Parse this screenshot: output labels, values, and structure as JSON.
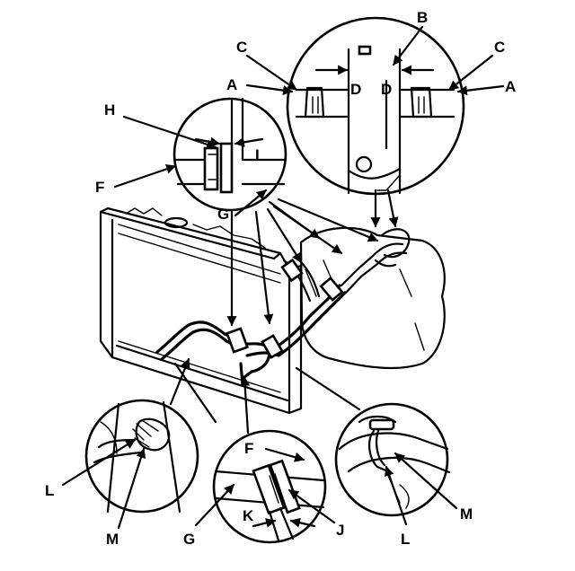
{
  "labels": {
    "A": "A",
    "B": "B",
    "C": "C",
    "D": "D",
    "F": "F",
    "G": "G",
    "H": "H",
    "I": "I",
    "J": "J",
    "K": "K",
    "L": "L",
    "M": "M"
  }
}
